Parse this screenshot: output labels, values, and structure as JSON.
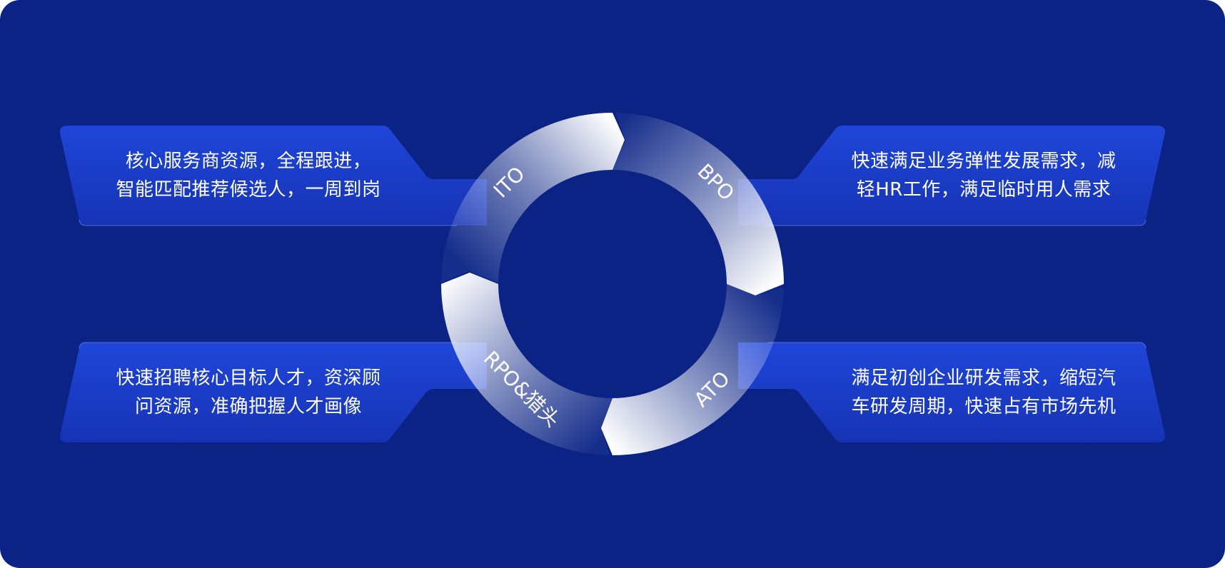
{
  "cards": {
    "top_left": {
      "line1": "核心服务商资源，全程跟进，",
      "line2": "智能匹配推荐候选人，一周到岗"
    },
    "top_right": {
      "line1": "快速满足业务弹性发展需求，减",
      "line2": "轻HR工作，满足临时用人需求"
    },
    "bottom_left": {
      "line1": "快速招聘核心目标人才，资深顾",
      "line2": "问资源，准确把握人才画像"
    },
    "bottom_right": {
      "line1": "满足初创企业研发需求，缩短汽",
      "line2": "车研发周期，快速占有市场先机"
    }
  },
  "ring": {
    "segments": {
      "ito": "ITO",
      "bpo": "BPO",
      "ato": "ATO",
      "rpo": "RPO&猎头"
    }
  },
  "colors": {
    "background": "#0a2385",
    "card_gradient_start": "#1f45d8",
    "card_gradient_end": "#1836b5",
    "ring_highlight": "#ffffff"
  }
}
